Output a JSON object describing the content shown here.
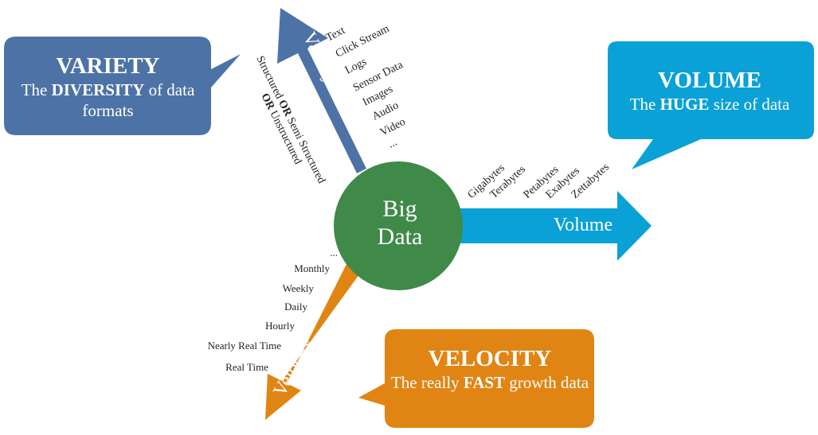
{
  "colors": {
    "variety": "#4d73a6",
    "volume": "#0aa1d6",
    "velocity": "#e08514",
    "center": "#3f8a48"
  },
  "center": {
    "line1": "Big",
    "line2": "Data"
  },
  "variety": {
    "callout_title": "VARIETY",
    "callout_pre": "The ",
    "callout_bold": "DIVERSITY",
    "callout_post": " of data formats",
    "arrow_label": "Variety",
    "items": [
      "Text",
      "Click Stream",
      "Logs",
      "Sensor Data",
      "Images",
      "Audio",
      "Video",
      "..."
    ],
    "structure_line1": {
      "pre": "Structured ",
      "bold": "OR",
      "post": " Semi Structured"
    },
    "structure_line2": {
      "bold": "OR",
      "post": " Unstructured"
    }
  },
  "volume": {
    "callout_title": "VOLUME",
    "callout_pre": "The ",
    "callout_bold": "HUGE",
    "callout_post": " size of data",
    "arrow_label": "Volume",
    "items": [
      "Gigabytes",
      "Terabytes",
      "Petabytes",
      "Exabytes",
      "Zettabytes"
    ]
  },
  "velocity": {
    "callout_title": "VELOCITY",
    "callout_pre": "The really ",
    "callout_bold": "FAST",
    "callout_post": " growth data",
    "arrow_label": "Velocity",
    "items": [
      "...",
      "Monthly",
      "Weekly",
      "Daily",
      "Hourly",
      "Nearly Real Time",
      "Real Time"
    ]
  }
}
